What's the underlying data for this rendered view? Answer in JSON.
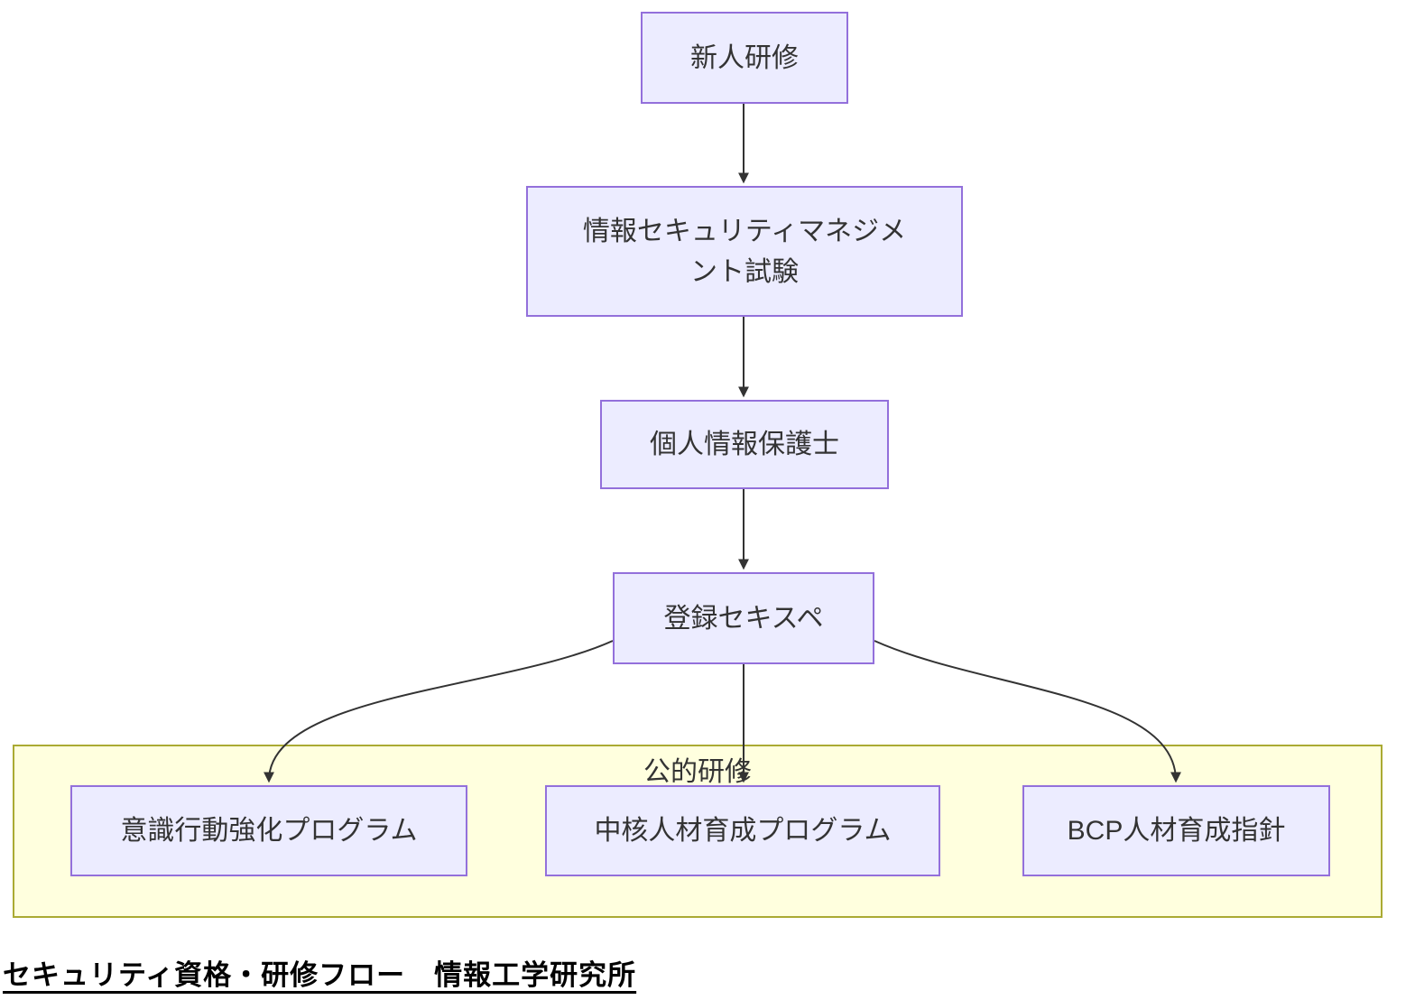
{
  "diagram": {
    "title": "セキュリティ資格・研修フロー　情報工学研究所",
    "subgraph": {
      "label": "公的研修"
    },
    "nodes": [
      {
        "id": "shinjin",
        "label": "新人研修"
      },
      {
        "id": "exam",
        "label": "情報セキュリティマネジメント試験"
      },
      {
        "id": "privacy",
        "label": "個人情報保護士"
      },
      {
        "id": "sekisupe",
        "label": "登録セキスペ"
      },
      {
        "id": "ishiki",
        "label": "意識行動強化プログラム"
      },
      {
        "id": "chukaku",
        "label": "中核人材育成プログラム"
      },
      {
        "id": "bcp",
        "label": "BCP人材育成指針"
      }
    ],
    "edges": [
      {
        "from": "shinjin",
        "to": "exam"
      },
      {
        "from": "exam",
        "to": "privacy"
      },
      {
        "from": "privacy",
        "to": "sekisupe"
      },
      {
        "from": "sekisupe",
        "to": "ishiki"
      },
      {
        "from": "sekisupe",
        "to": "chukaku"
      },
      {
        "from": "sekisupe",
        "to": "bcp"
      }
    ],
    "colors": {
      "node_fill": "#ECECFF",
      "node_border": "#9370DB",
      "subgraph_fill": "#FFFFDE",
      "subgraph_border": "#AAAA33",
      "edge": "#333333",
      "text": "#333333"
    }
  }
}
